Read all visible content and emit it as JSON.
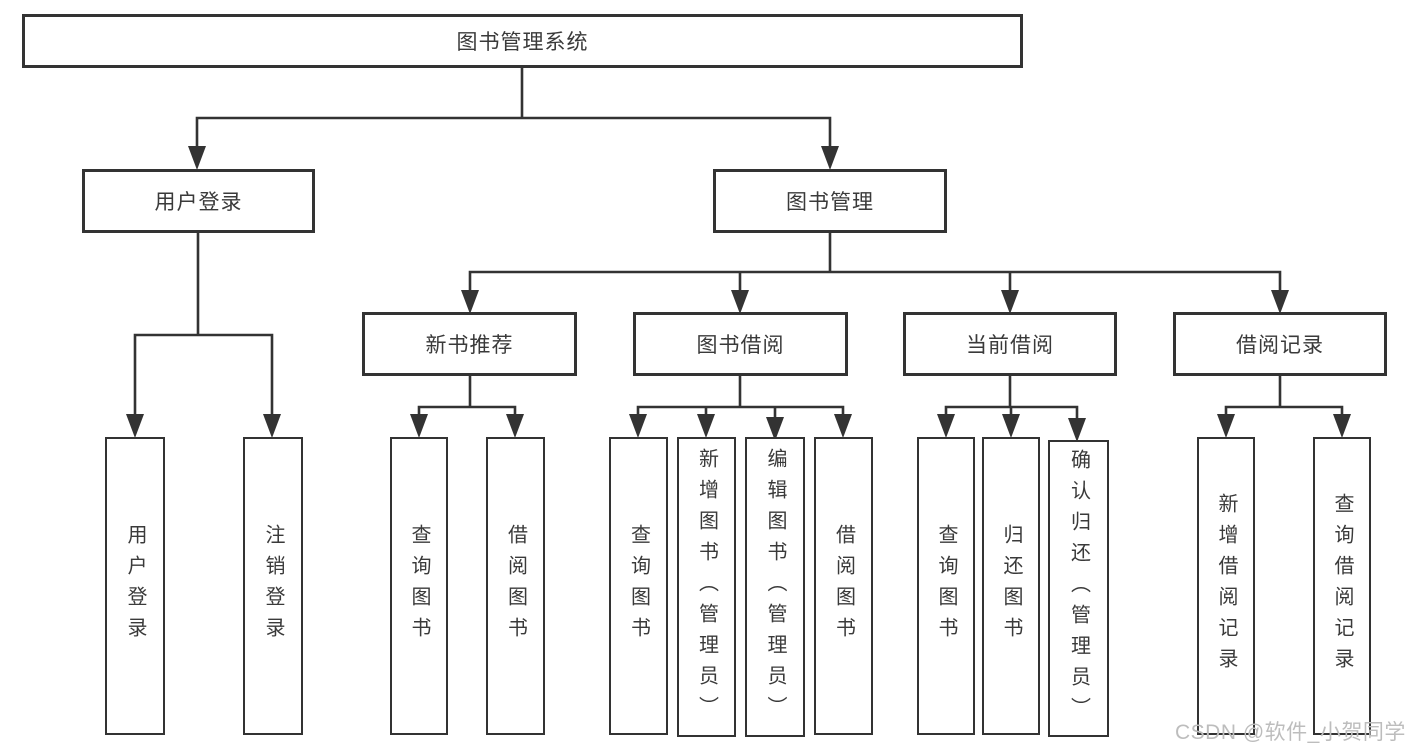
{
  "tree": {
    "label": "图书管理系统",
    "children": [
      {
        "label": "用户登录",
        "children": [
          {
            "label": "用户登录"
          },
          {
            "label": "注销登录"
          }
        ]
      },
      {
        "label": "图书管理",
        "children": [
          {
            "label": "新书推荐",
            "children": [
              {
                "label": "查询图书"
              },
              {
                "label": "借阅图书"
              }
            ]
          },
          {
            "label": "图书借阅",
            "children": [
              {
                "label": "查询图书"
              },
              {
                "label": "新增图书（管理员）"
              },
              {
                "label": "编辑图书（管理员）"
              },
              {
                "label": "借阅图书"
              }
            ]
          },
          {
            "label": "当前借阅",
            "children": [
              {
                "label": "查询图书"
              },
              {
                "label": "归还图书"
              },
              {
                "label": "确认归还（管理员）"
              }
            ]
          },
          {
            "label": "借阅记录",
            "children": [
              {
                "label": "新增借阅记录"
              },
              {
                "label": "查询借阅记录"
              }
            ]
          }
        ]
      }
    ]
  },
  "watermark": "CSDN @软件_小贺同学",
  "colors": {
    "line": "#333333",
    "box_fill": "#ffffff",
    "text": "#3a3a3a",
    "watermark": "#bdbdbd",
    "background": "#ffffff"
  }
}
